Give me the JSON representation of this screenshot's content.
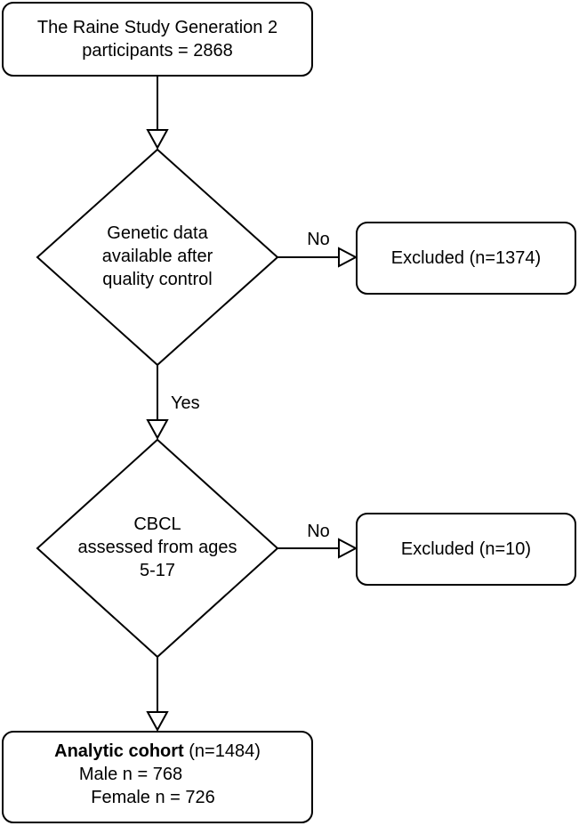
{
  "nodes": {
    "start": {
      "line1": "The Raine Study Generation 2",
      "line2": "participants = 2868"
    },
    "decision1": {
      "line1": "Genetic data",
      "line2": "available after",
      "line3": "quality control"
    },
    "excluded1": {
      "text": "Excluded (n=1374)"
    },
    "decision2": {
      "line1": "CBCL",
      "line2": "assessed from ages",
      "line3": "5-17"
    },
    "excluded2": {
      "text": "Excluded (n=10)"
    },
    "cohort": {
      "title_bold": "Analytic cohort",
      "title_rest": " (n=1484)",
      "male": "Male n = 768",
      "female": "Female n = 726"
    }
  },
  "edges": {
    "no1": "No",
    "yes1": "Yes",
    "no2": "No"
  }
}
